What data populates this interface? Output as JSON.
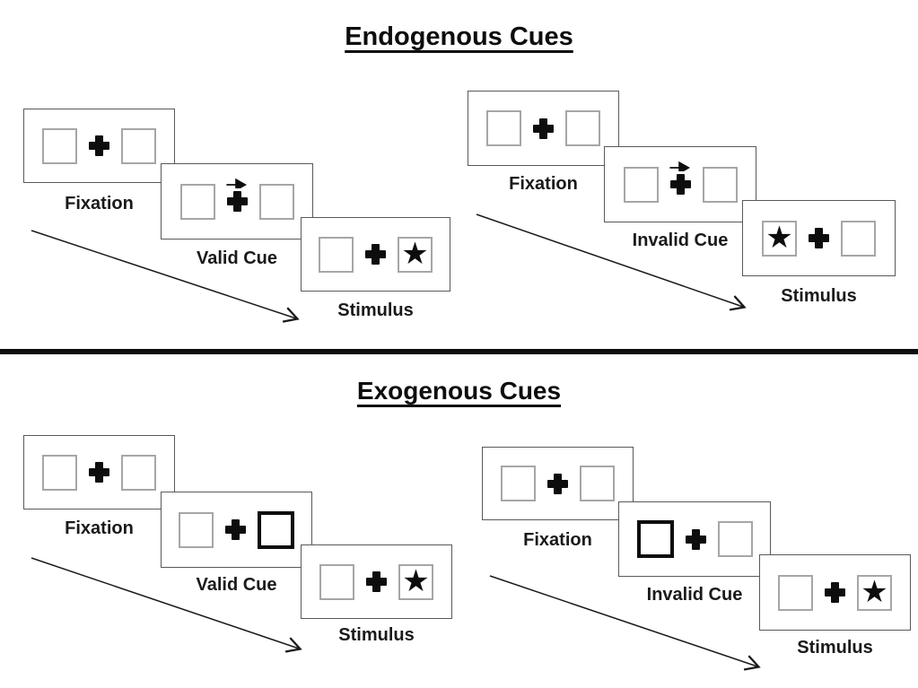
{
  "colors": {
    "background": "#ffffff",
    "panel_border": "#595959",
    "box_border": "#a6a6a6",
    "ink": "#0d0d0d"
  },
  "icons": {
    "star": "★"
  },
  "sections": {
    "endogenous": {
      "title": "Endogenous Cues",
      "valid_sequence": {
        "frames": [
          {
            "label": "Fixation"
          },
          {
            "label": "Valid Cue",
            "cue_type": "central-arrow",
            "cue_direction": "right"
          },
          {
            "label": "Stimulus",
            "target_side": "right"
          }
        ]
      },
      "invalid_sequence": {
        "frames": [
          {
            "label": "Fixation"
          },
          {
            "label": "Invalid Cue",
            "cue_type": "central-arrow",
            "cue_direction": "right"
          },
          {
            "label": "Stimulus",
            "target_side": "left"
          }
        ]
      }
    },
    "exogenous": {
      "title": "Exogenous Cues",
      "valid_sequence": {
        "frames": [
          {
            "label": "Fixation"
          },
          {
            "label": "Valid Cue",
            "cue_type": "peripheral-box",
            "cue_side": "right"
          },
          {
            "label": "Stimulus",
            "target_side": "right"
          }
        ]
      },
      "invalid_sequence": {
        "frames": [
          {
            "label": "Fixation"
          },
          {
            "label": "Invalid Cue",
            "cue_type": "peripheral-box",
            "cue_side": "left"
          },
          {
            "label": "Stimulus",
            "target_side": "right"
          }
        ]
      }
    }
  }
}
